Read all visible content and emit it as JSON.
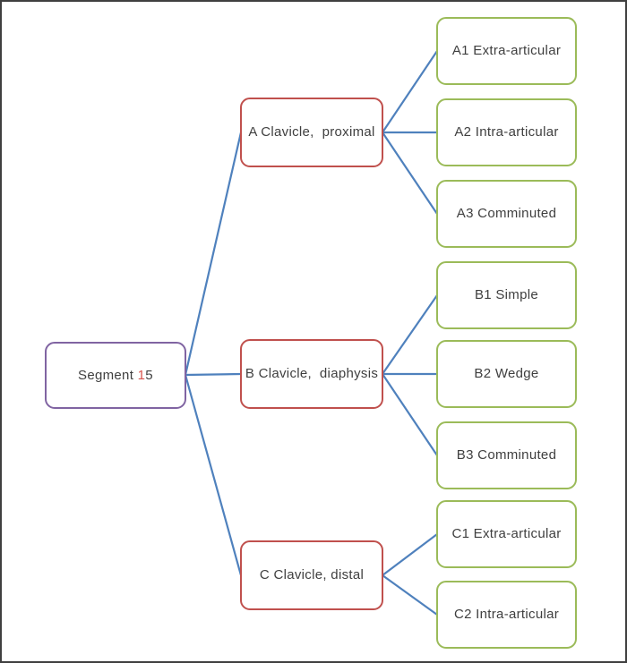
{
  "colors": {
    "frame": "#3f3f3f",
    "background": "#ffffff",
    "text": "#3f3f3f",
    "line": "#4f81bd",
    "root_border": "#8064a2",
    "branch_border": "#c0504d",
    "leaf_border": "#9bbb59",
    "root_accent": "#d9544d"
  },
  "root": {
    "text_before": "Segment ",
    "highlight_digit": "1",
    "text_after": "5",
    "full_label": "Segment 15"
  },
  "branches": [
    {
      "label": "A Clavicle,  proximal",
      "children": [
        {
          "label": "A1 Extra-articular"
        },
        {
          "label": "A2 Intra-articular"
        },
        {
          "label": "A3 Comminuted"
        }
      ]
    },
    {
      "label": "B Clavicle,  diaphysis",
      "children": [
        {
          "label": "B1 Simple"
        },
        {
          "label": "B2 Wedge"
        },
        {
          "label": "B3 Comminuted"
        }
      ]
    },
    {
      "label": "C Clavicle, distal",
      "children": [
        {
          "label": "C1 Extra-articular"
        },
        {
          "label": "C2 Intra-articular"
        }
      ]
    }
  ]
}
